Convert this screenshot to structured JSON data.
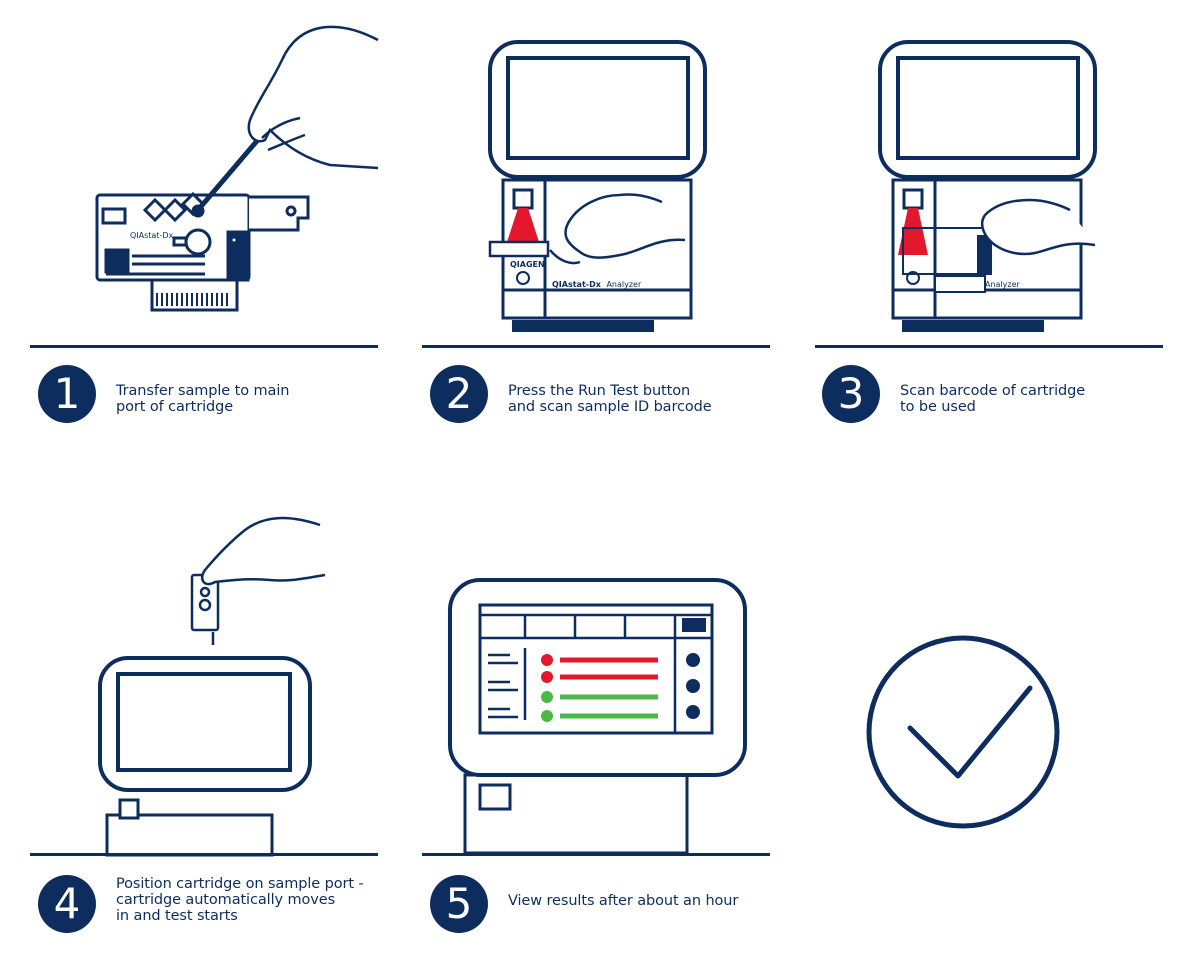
{
  "colors": {
    "navy": "#0d2d5e",
    "red": "#e3182d",
    "green": "#4cb848"
  },
  "steps": [
    {
      "number": "1",
      "text": "Transfer sample to main\nport of cartridge"
    },
    {
      "number": "2",
      "text": "Press the Run Test button\nand scan sample ID barcode"
    },
    {
      "number": "3",
      "text": "Scan barcode of cartridge\nto be used"
    },
    {
      "number": "4",
      "text": "Position cartridge on sample port -\ncartridge automatically moves\nin and test starts"
    },
    {
      "number": "5",
      "text": "View results after about an hour"
    }
  ],
  "device": {
    "brand": "QIAGEN",
    "product": "QIAstat-Dx",
    "product_suffix": "Analyzer"
  },
  "cartridge": {
    "brand": "QIAstat-Dx"
  }
}
